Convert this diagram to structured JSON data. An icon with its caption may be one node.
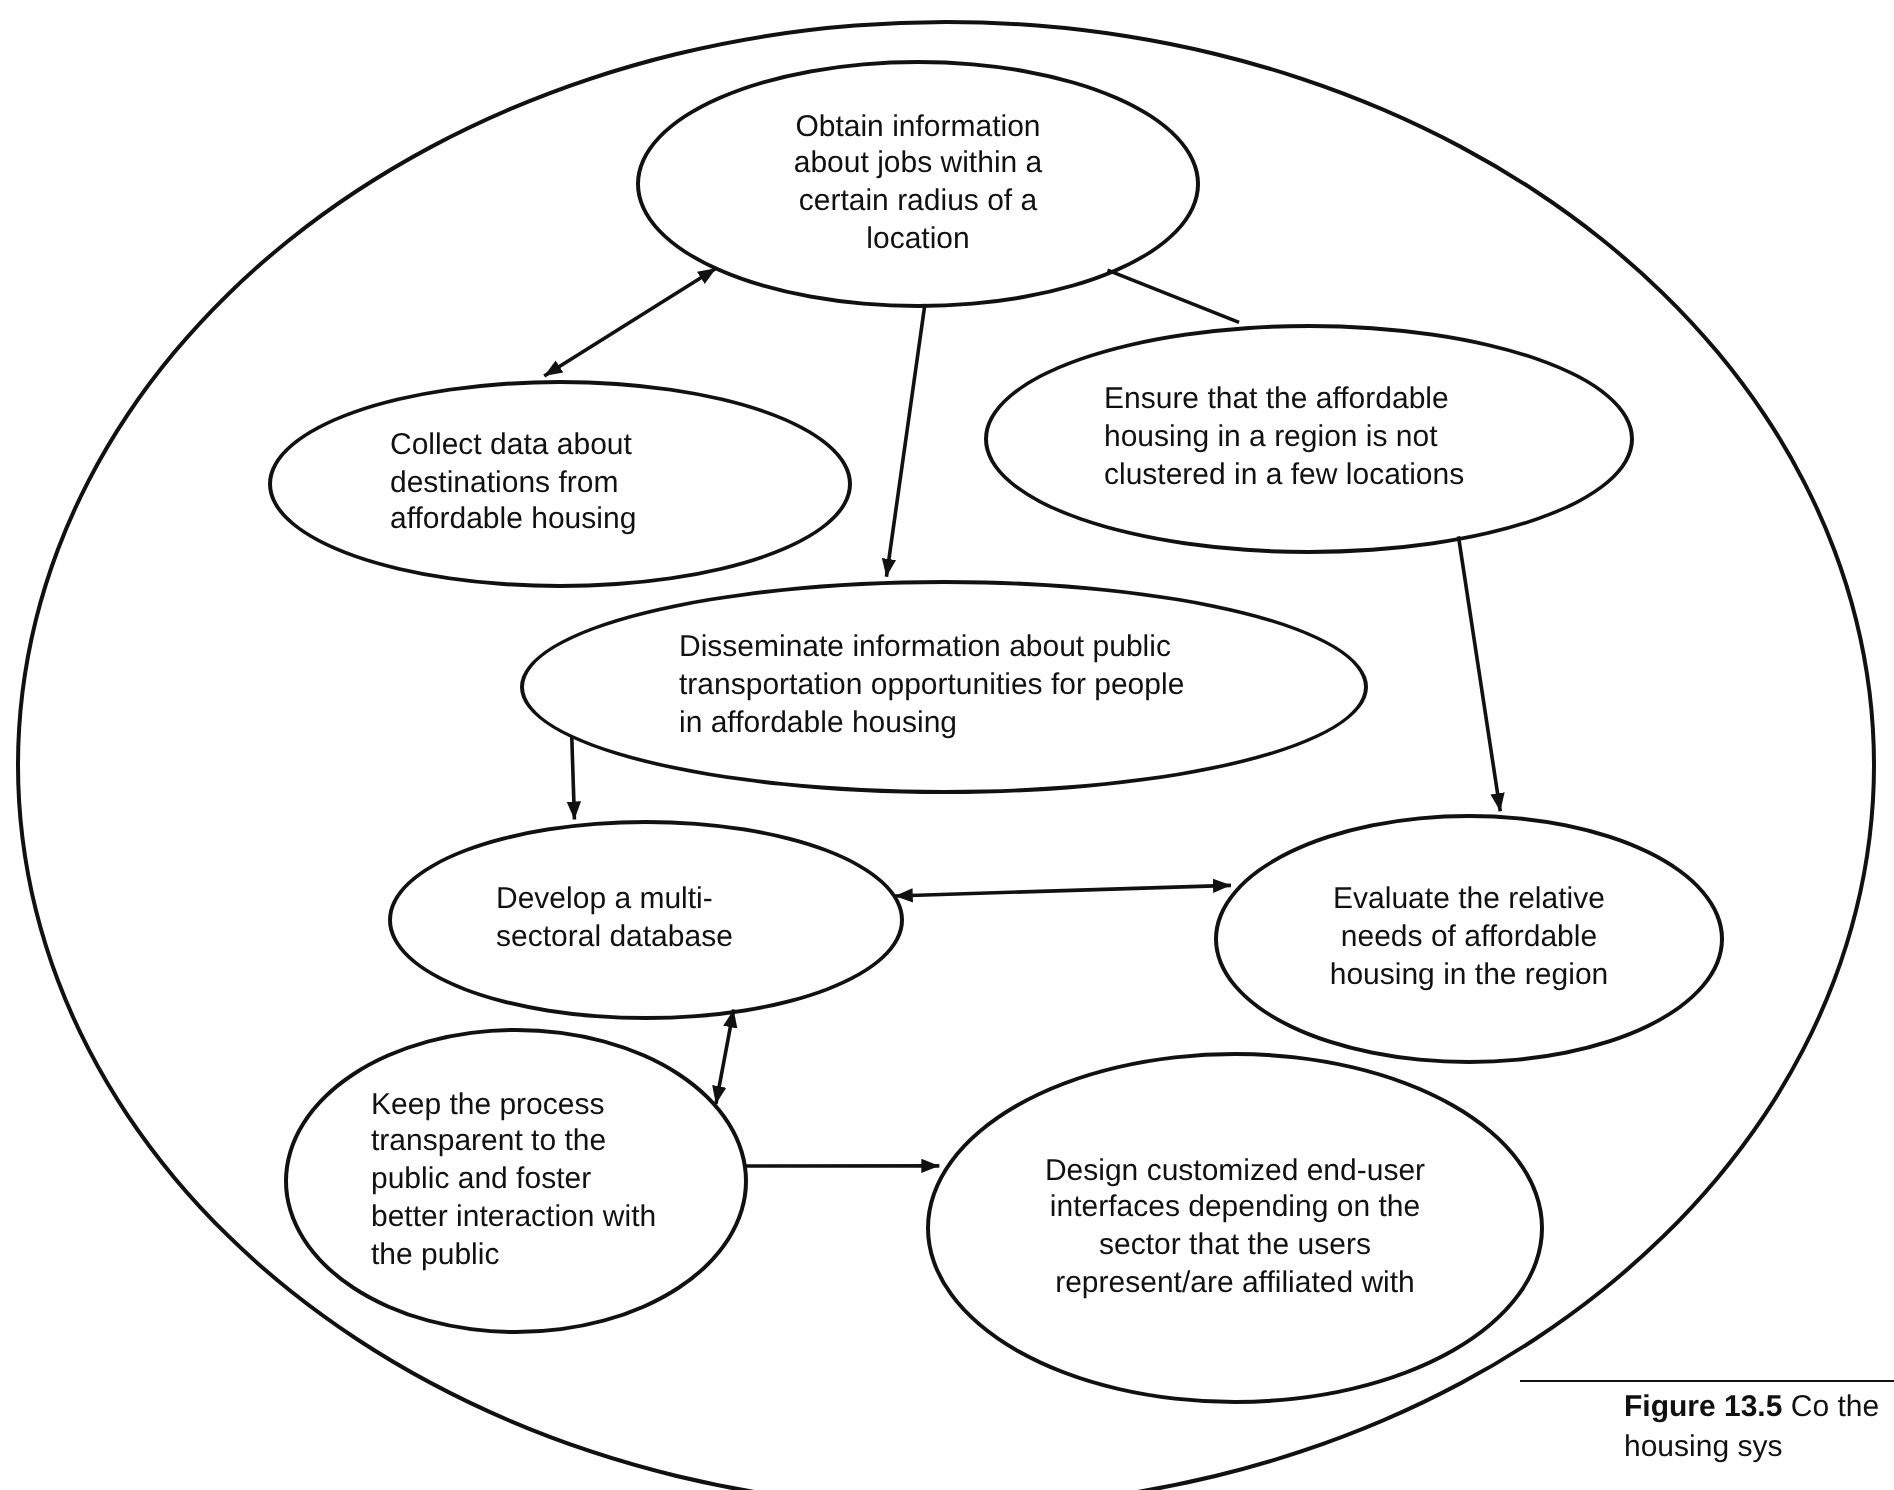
{
  "diagram": {
    "caption": "**Figure 13.5** Co the housing sys",
    "nodes": [
      {
        "text": [],
        "shape": "circle"
      },
      {
        "text": [
          "Obtain information about jobs within a certain radius of a location"
        ],
        "in": 0
      },
      {
        "text": [
          "Collect data about destinations from affordable housing"
        ],
        "in": 0
      },
      {
        "text": [
          "Ensure that the affordable housing in a region is not clustered in a few locations"
        ],
        "in": 0
      },
      {
        "text": [
          "Disseminate information about public transportation opportunities for people in affordable housing"
        ],
        "in": 0
      },
      {
        "text": [
          "Develop a multi-sectoral database"
        ],
        "in": 0
      },
      {
        "text": [
          "Evaluate the relative needs of affordable housing in the region"
        ],
        "in": 0
      },
      {
        "text": [
          "Keep the process transparent to the public and foster better interaction with the public"
        ],
        "in": 0
      },
      {
        "text": [
          "Design customized end-user interfaces depending on the sector that the users represent/are affiliated with"
        ],
        "in": 0
      }
    ],
    "edges": [
      {
        "from": 1,
        "to": 2,
        "arrow": "both"
      },
      {
        "from": 1,
        "to": 4,
        "arrow": "to"
      },
      {
        "from": 1,
        "to": 3,
        "arrow": "none"
      },
      {
        "from": 3,
        "to": 6,
        "arrow": "to"
      },
      {
        "from": 4,
        "to": 5,
        "arrow": "to"
      },
      {
        "from": 5,
        "to": 6,
        "arrow": "both"
      },
      {
        "from": 5,
        "to": 7,
        "arrow": "both"
      },
      {
        "from": 7,
        "to": 8,
        "arrow": "to"
      }
    ]
  }
}
